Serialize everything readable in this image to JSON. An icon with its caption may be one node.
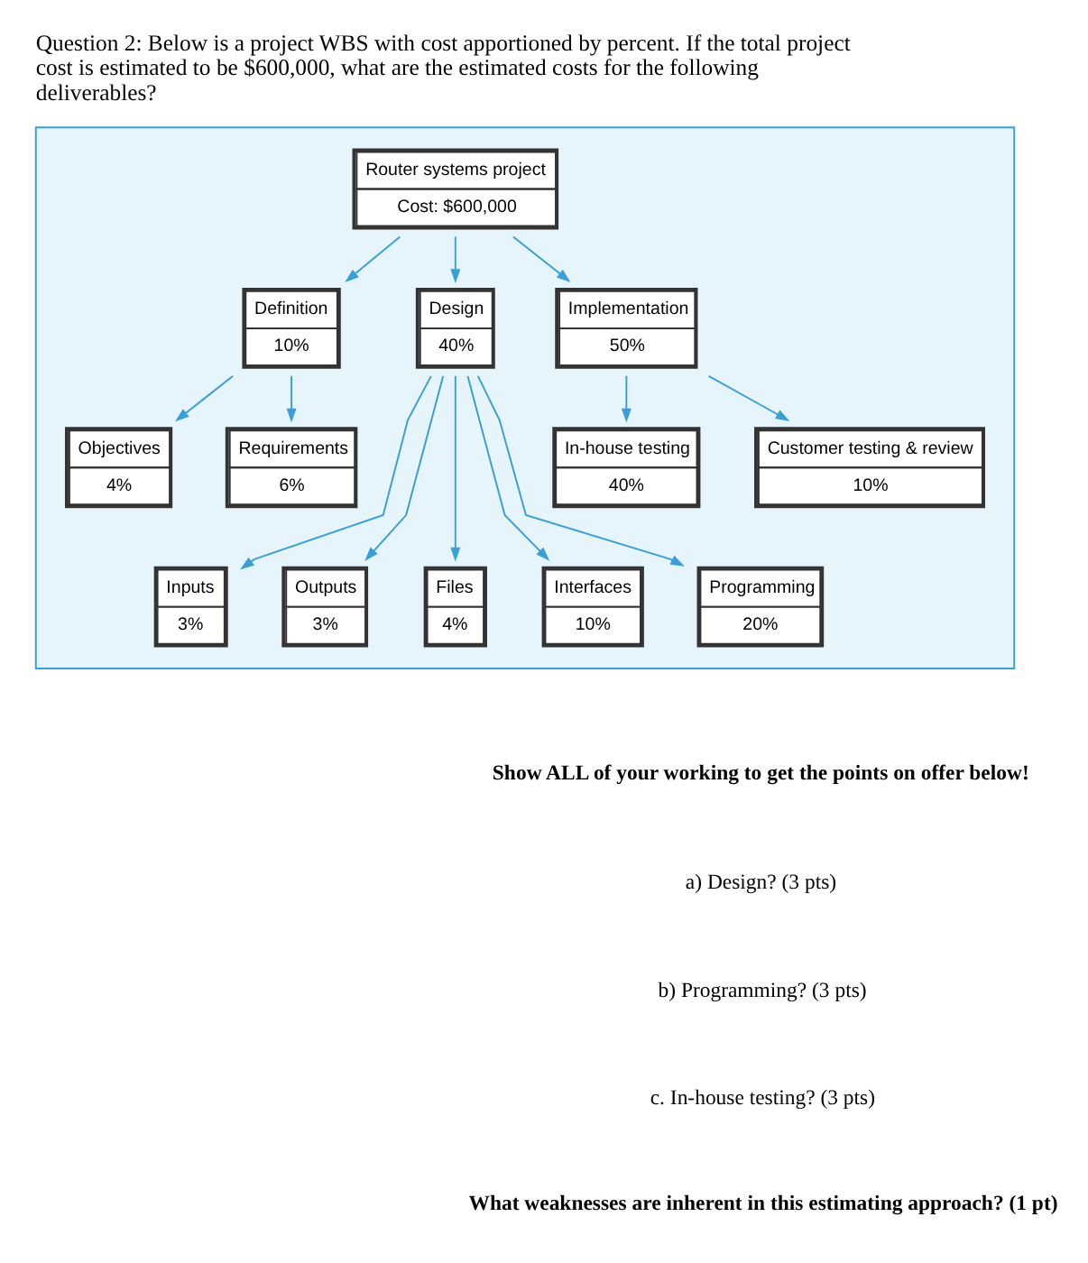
{
  "diagram": {
    "title": "Question 2: Below is a project WBS with cost apportioned by percent. If the total project cost is estimated to be $600,000, what are the estimated costs for the following deliverables?",
    "nodes": [
      {
        "text": [],
        "shape": "box"
      },
      {
        "text": [
          "Router systems project",
          "Cost: $600,000"
        ],
        "in": 0
      },
      {
        "text": [
          "Definition",
          "10%"
        ],
        "in": 0
      },
      {
        "text": [
          "Design",
          "40%"
        ],
        "in": 0
      },
      {
        "text": [
          "Implementation",
          "50%"
        ],
        "in": 0
      },
      {
        "text": [
          "Objectives",
          "4%"
        ],
        "in": 0
      },
      {
        "text": [
          "Requirements",
          "6%"
        ],
        "in": 0
      },
      {
        "text": [
          "In-house testing",
          "40%"
        ],
        "in": 0
      },
      {
        "text": [
          "Customer testing & review",
          "10%"
        ],
        "in": 0
      },
      {
        "text": [
          "Inputs",
          "3%"
        ],
        "in": 0
      },
      {
        "text": [
          "Outputs",
          "3%"
        ],
        "in": 0
      },
      {
        "text": [
          "Files",
          "4%"
        ],
        "in": 0
      },
      {
        "text": [
          "Interfaces",
          "10%"
        ],
        "in": 0
      },
      {
        "text": [
          "Programming",
          "20%"
        ],
        "in": 0
      }
    ],
    "edges": [
      {
        "from": 1,
        "to": 2,
        "arrow": "to"
      },
      {
        "from": 1,
        "to": 3,
        "arrow": "to"
      },
      {
        "from": 1,
        "to": 4,
        "arrow": "to"
      },
      {
        "from": 2,
        "to": 5,
        "arrow": "to"
      },
      {
        "from": 2,
        "to": 6,
        "arrow": "to"
      },
      {
        "from": 4,
        "to": 7,
        "arrow": "to"
      },
      {
        "from": 4,
        "to": 8,
        "arrow": "to"
      },
      {
        "from": 3,
        "to": 9,
        "arrow": "to"
      },
      {
        "from": 3,
        "to": 10,
        "arrow": "to"
      },
      {
        "from": 3,
        "to": 11,
        "arrow": "to"
      },
      {
        "from": 3,
        "to": 12,
        "arrow": "to"
      },
      {
        "from": 3,
        "to": 13,
        "arrow": "to"
      }
    ],
    "labels": [
      "Show ALL of your working to get the points on offer below!",
      "a) Design? (3 pts)",
      "b) Programming? (3 pts)",
      "c. In-house testing? (3 pts)",
      "What weaknesses are inherent in this estimating approach? (1 pt)"
    ]
  }
}
